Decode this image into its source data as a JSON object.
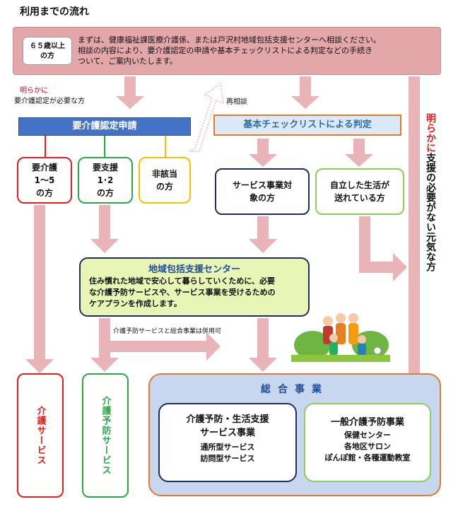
{
  "title": "利用までの流れ",
  "top": {
    "age_label_1": "６５歳以上",
    "age_label_2": "の方",
    "line1": "まずは、健康福祉課医療介護係、または戸沢村地域包括支援センターへ相談ください。",
    "line2": "相談の内容により、要介護認定の申請や基本チェックリストによる判定などの手続き",
    "line3": "ついて、ご案内いたします。"
  },
  "left_note": {
    "red": "明らかに",
    "black": "要介護認定が必要な方"
  },
  "re_consult": "再相談",
  "bars": {
    "certification": "要介護認定申請",
    "checklist": "基本チェックリストによる判定"
  },
  "boxes": {
    "care_1_5": [
      "要介護",
      "1～5",
      "の方"
    ],
    "support_1_2": [
      "要支援",
      "1･2",
      "の方"
    ],
    "not_applicable": [
      "非該当",
      "の方"
    ],
    "service_target": [
      "サービス事業対",
      "象の方"
    ],
    "independent": [
      "自立した生活が",
      "送れている方"
    ]
  },
  "right_vertical": {
    "red": "明らかに",
    "black": "支援の必要がない元気な方"
  },
  "center": {
    "title": "地域包括支援センター",
    "line1": "住み慣れた地域で安心して暮らしていくために、必要",
    "line2": "な介護予防サービスや、サービス事業を受けるための",
    "line3": "ケアプランを作成します。"
  },
  "note_combined": "介護予防サービスと総合事業は併用可",
  "care_service": "介護サービス",
  "prevention_service": "介護予防サービス",
  "sogo": {
    "title": "総合事業",
    "left": {
      "line1": "介護予防・生活支援",
      "line2": "サービス事業",
      "line3": "通所型サービス",
      "line4": "訪問型サービス"
    },
    "right": {
      "line1": "一般介護予防事業",
      "line2": "保健センター",
      "line3": "各地区サロン",
      "line4": "ぽんぽ館・各種運動教室"
    }
  },
  "colors": {
    "arrow": "#e8b4b8",
    "blue_bar": "#4472c4",
    "orange": "#e07a2f",
    "red": "#e02020",
    "green": "#2aa84a"
  }
}
